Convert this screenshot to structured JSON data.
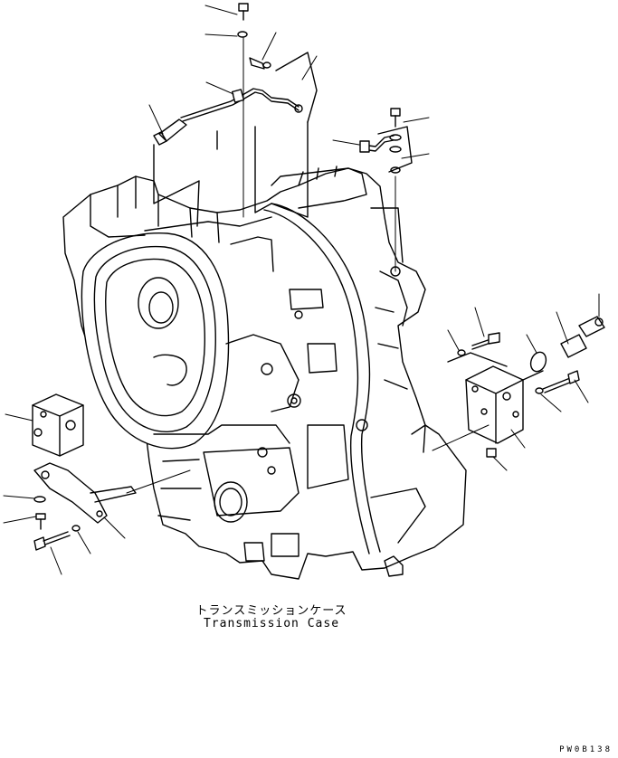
{
  "caption": {
    "japanese": "トランスミッションケース",
    "english": "Transmission Case"
  },
  "drawing_code": "PW0B138"
}
